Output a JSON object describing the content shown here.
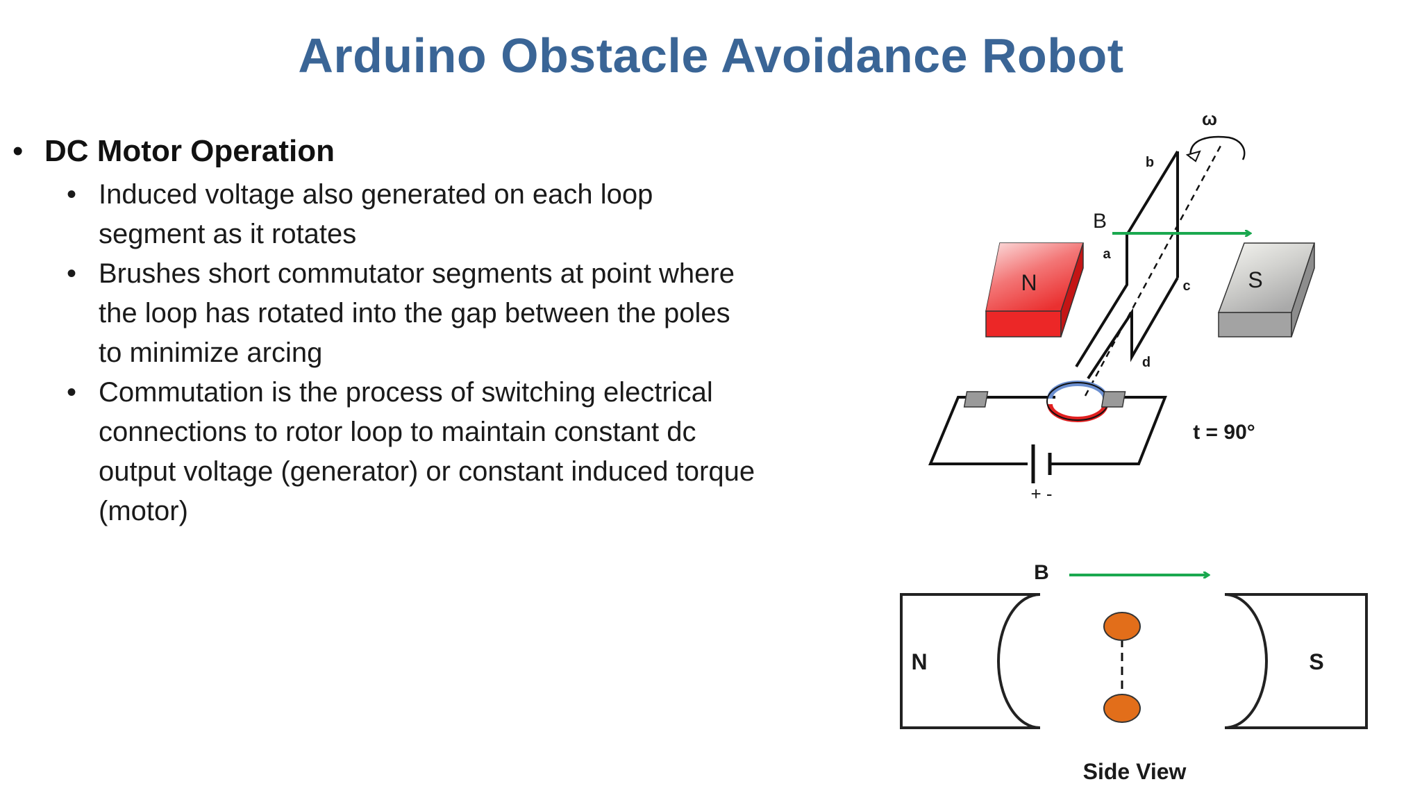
{
  "slide": {
    "title": "Arduino Obstacle Avoidance Robot",
    "heading": "DC Motor Operation",
    "bullets": [
      "Induced voltage also generated on each loop segment as it rotates",
      "Brushes short commutator segments at point where the loop has rotated into the gap between the poles to minimize arcing",
      "Commutation is the process of switching electrical connections to rotor loop to maintain  constant dc output voltage (generator) or constant induced torque (motor)"
    ]
  },
  "diagram_top": {
    "omega": "ω",
    "b": "b",
    "a": "a",
    "c": "c",
    "d": "d",
    "B": "B",
    "N": "N",
    "S": "S",
    "t": "t = 90°",
    "polarity": "+ -"
  },
  "diagram_side": {
    "B": "B",
    "N": "N",
    "S": "S",
    "caption": "Side View"
  },
  "colors": {
    "title": "#3a6596",
    "field_arrow": "#1aa84f",
    "north_pole": "#ee2b2b",
    "south_pole": "#b8b8b8",
    "conductor": "#e26e1a",
    "commutator_top": "#6b8fd0",
    "commutator_bottom": "#e02020"
  }
}
